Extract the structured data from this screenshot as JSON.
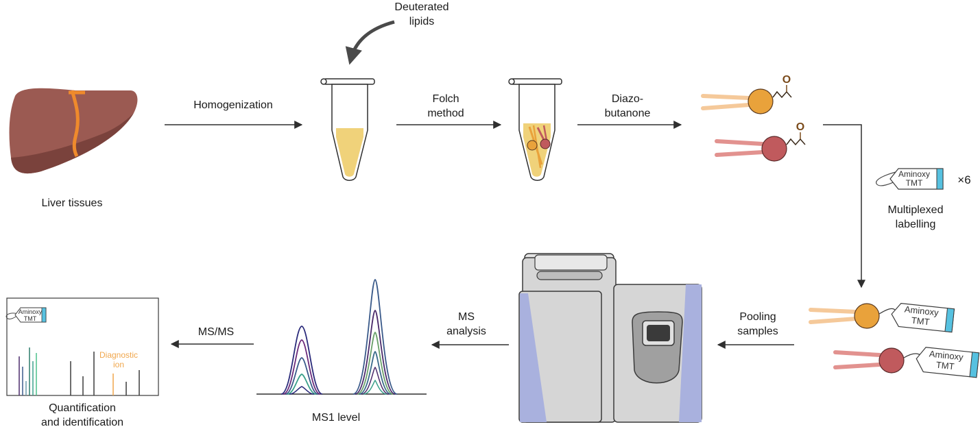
{
  "labels": {
    "deuterated_lipids": "Deuterated\nlipids",
    "homogenization": "Homogenization",
    "folch_method": "Folch\nmethod",
    "diazobutanone": "Diazo-\nbutanone",
    "liver_tissues": "Liver tissues",
    "multiplexed_labelling": "Multiplexed\nlabelling",
    "multiplier": "×6",
    "pooling_samples": "Pooling\nsamples",
    "ms_analysis": "MS\nanalysis",
    "ms_ms": "MS/MS",
    "ms1_level": "MS1 level",
    "quantification": "Quantification\nand identification",
    "diagnostic_ion": "Diagnostic\nion",
    "tag_line1": "Aminoxy",
    "tag_line2": "TMT",
    "carbonyl_o": "O"
  },
  "colors": {
    "liver": "#9b5a52",
    "liver_shade": "#7a423c",
    "liver_vessel": "#ef8a2c",
    "lipid_yellow": "#f0d27a",
    "lipid_orange": "#e9a23b",
    "lipid_red": "#c05a5d",
    "tail_orange": "#f5c99a",
    "tail_red": "#e2928f",
    "tag_blue": "#56c1e0",
    "ms_blue": "#a9b1de",
    "ms_grey": "#d6d6d6",
    "arrow": "#2f2f2f",
    "diagnostic": "#f0a64b"
  }
}
